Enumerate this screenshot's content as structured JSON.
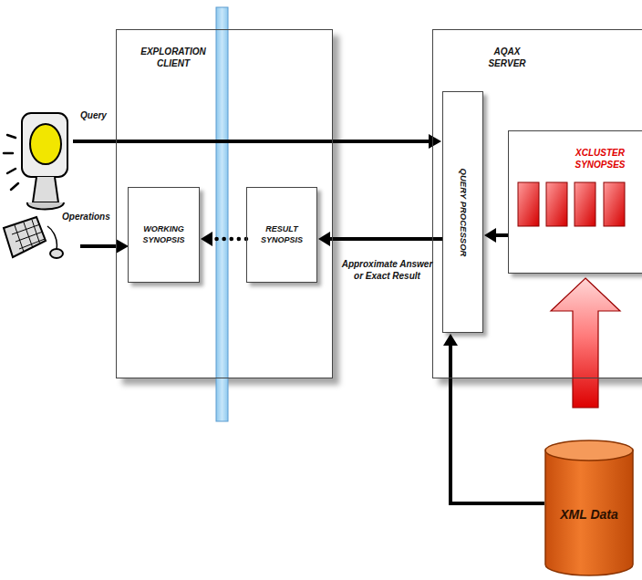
{
  "diagram": {
    "nodes": [
      {
        "text": [
          "EXPLORATION CLIENT"
        ]
      },
      {
        "text": [
          "WORKING SYNOPSIS"
        ],
        "in": 0
      },
      {
        "text": [
          "RESULT SYNOPSIS"
        ],
        "in": 0
      },
      {
        "text": [
          "AQAX SERVER"
        ]
      },
      {
        "text": [
          "QUERY PROCESSOR"
        ],
        "in": 3
      },
      {
        "text": [
          "XCLUSTER SYNOPSES"
        ],
        "in": 3
      },
      {
        "text": [
          "XML Data"
        ]
      }
    ],
    "edges": [
      {
        "from": 2,
        "to": 1,
        "arrow": "to"
      },
      {
        "from": 4,
        "to": 2,
        "label": "Approximate Answer or Exact Result",
        "arrow": "to"
      },
      {
        "from": 5,
        "to": 4,
        "arrow": "to"
      },
      {
        "from": 6,
        "to": 4,
        "arrow": "to"
      },
      {
        "from": 6,
        "to": 5,
        "arrow": "to"
      }
    ],
    "labels": [
      "Query",
      "Operations"
    ]
  }
}
